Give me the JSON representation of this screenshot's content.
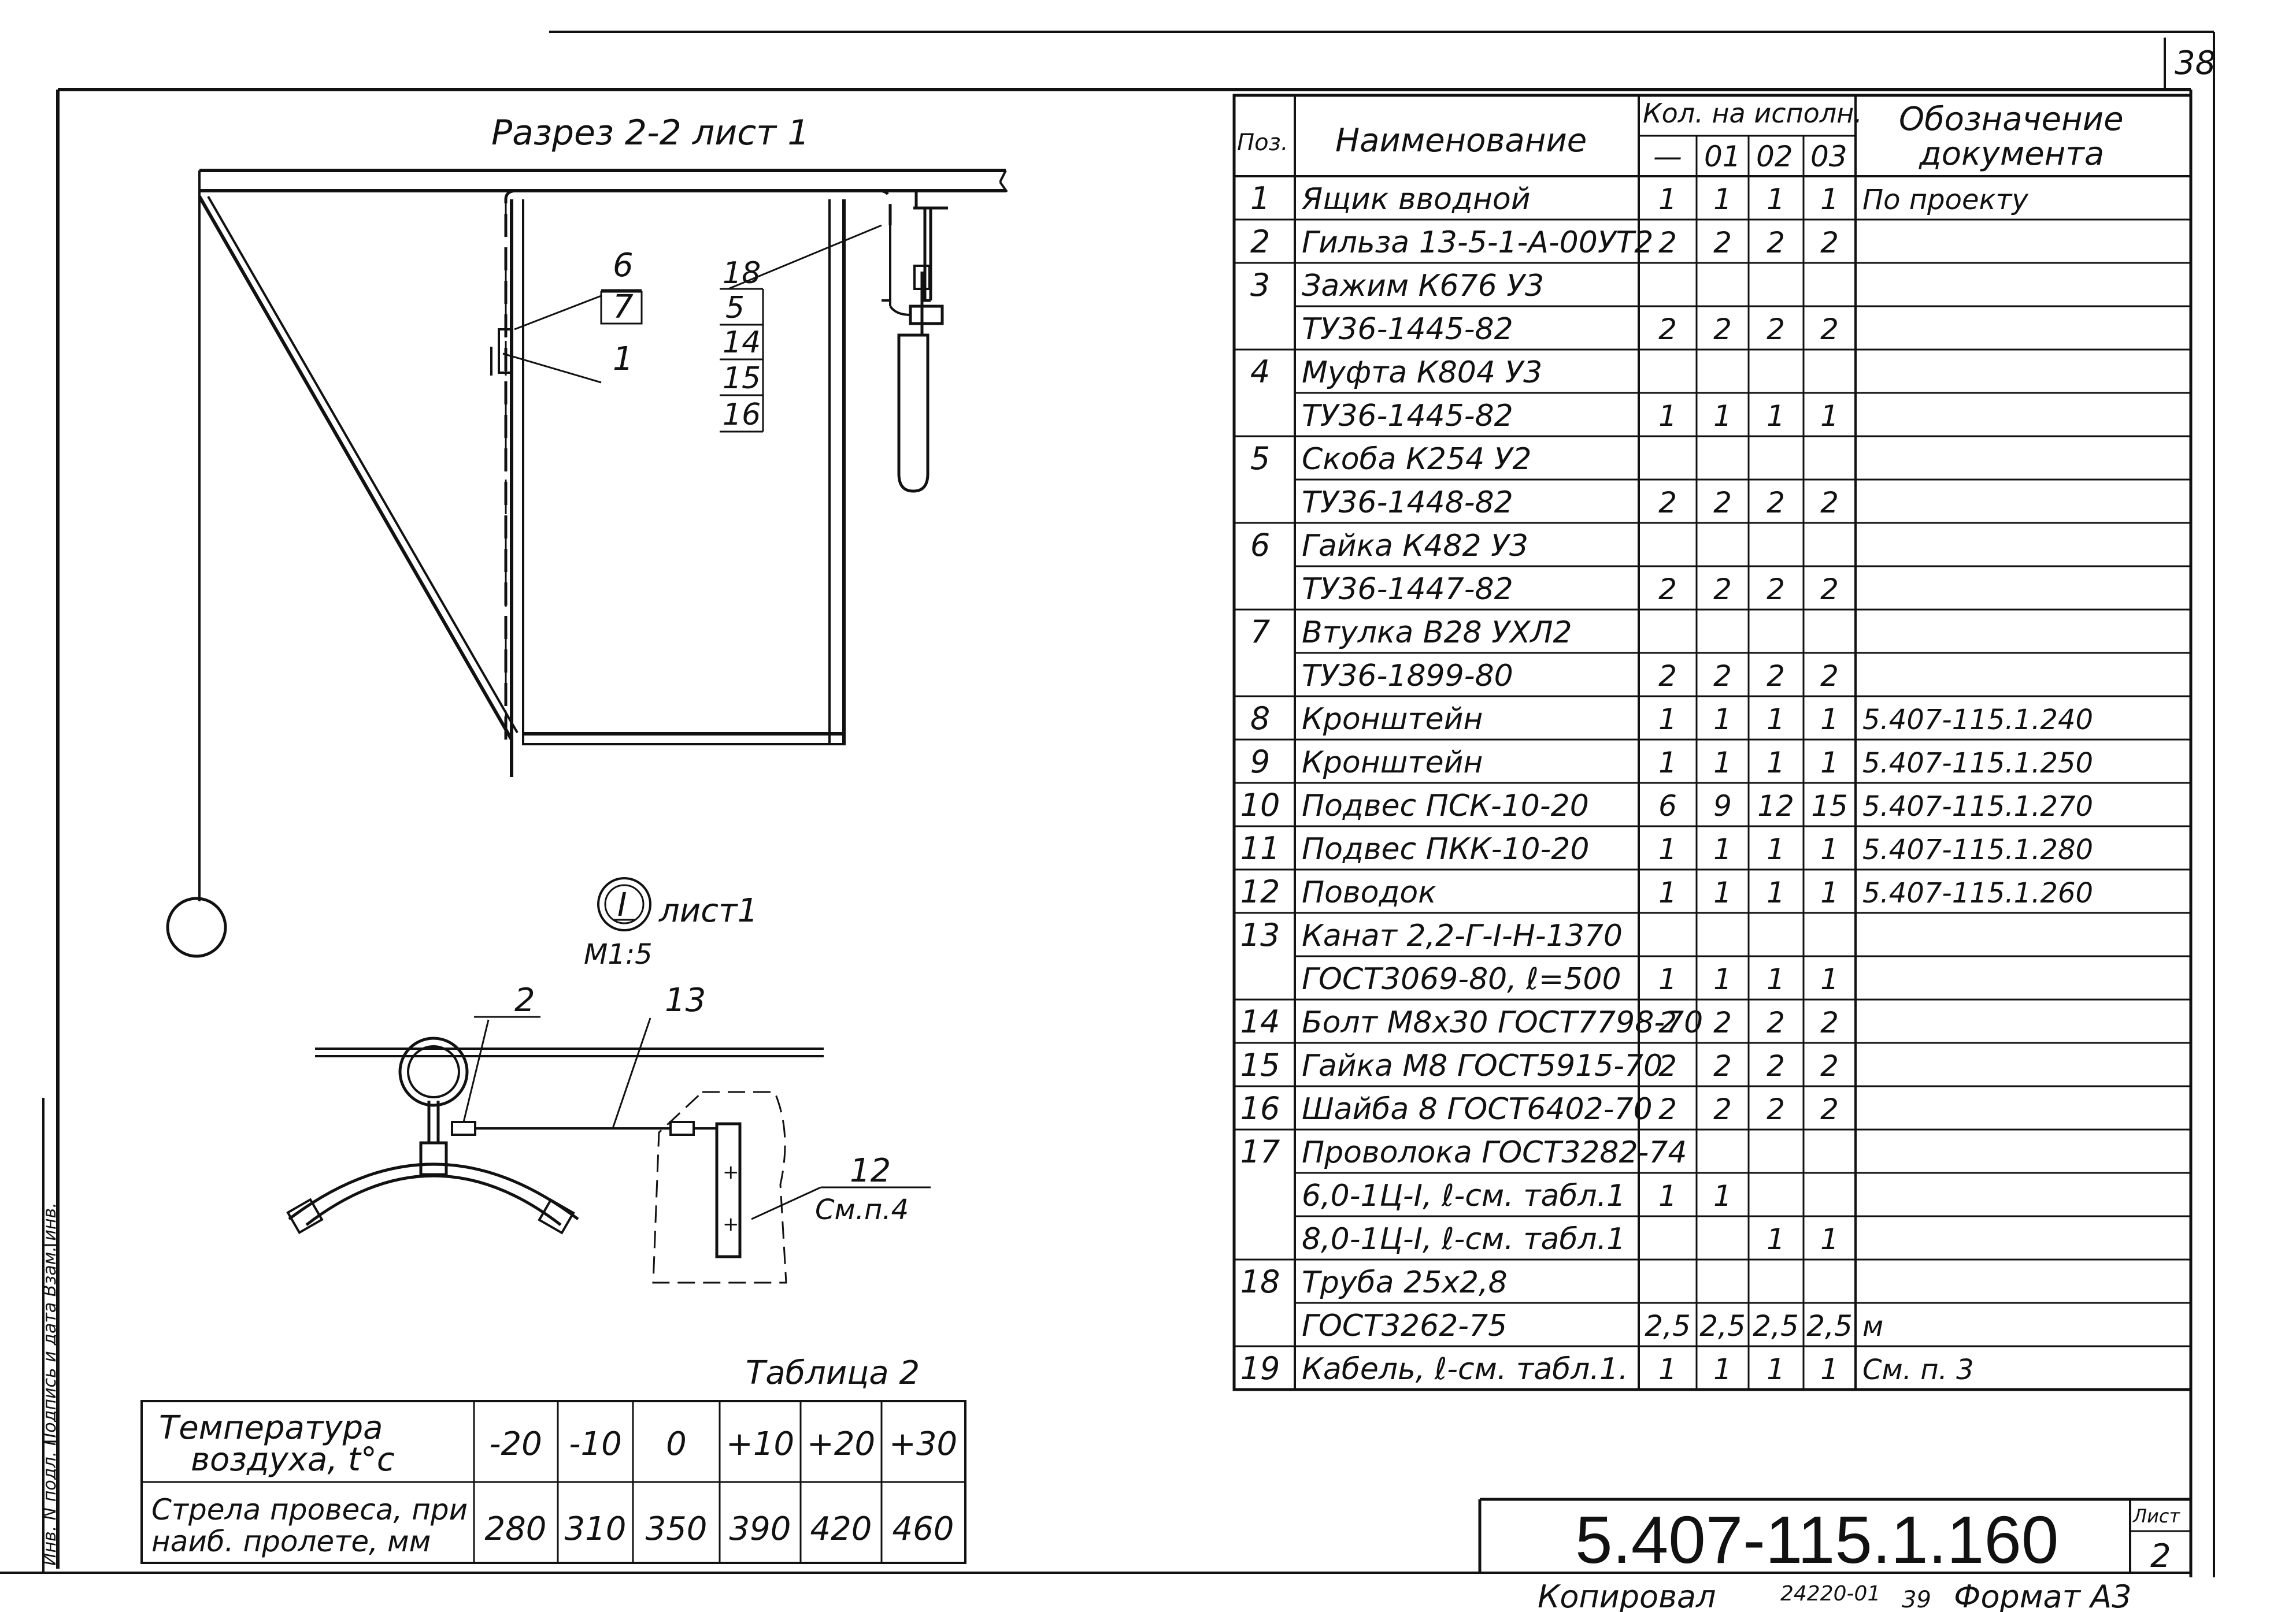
{
  "sheet_number": "38",
  "section_title": "Разрез 2-2 лист 1",
  "callout_labels": {
    "left_top": "6",
    "left_box": "7",
    "left_mid": "1",
    "stack": [
      "18",
      "5",
      "14",
      "15",
      "16"
    ],
    "detail_num": "2",
    "detail_rope": "13",
    "detail_right_num": "12",
    "detail_right_ref": "См.п.4"
  },
  "detail_node": {
    "symbol": "I",
    "sheet_ref": "лист1",
    "scale": "М1:5"
  },
  "sag_table": {
    "caption": "Таблица 2",
    "row1_label_line1": "Температура",
    "row1_label_line2": "воздуха, t°c",
    "row2_label_line1": "Стрела провеса, при",
    "row2_label_line2": "наиб. пролете, мм",
    "temperatures": [
      "-20",
      "-10",
      "0",
      "+10",
      "+20",
      "+30"
    ],
    "sags": [
      "280",
      "310",
      "350",
      "390",
      "420",
      "460"
    ]
  },
  "spec_table": {
    "headers": {
      "pos": "Поз.",
      "name": "Наименование",
      "qty": "Кол. на исполн.",
      "variants": [
        "—",
        "01",
        "02",
        "03"
      ],
      "doc_line1": "Обозначение",
      "doc_line2": "документа"
    },
    "rows": [
      {
        "pos": "1",
        "name": "Ящик вводной",
        "q": [
          "1",
          "1",
          "1",
          "1"
        ],
        "doc": "По проекту"
      },
      {
        "pos": "2",
        "name": "Гильза 13-5-1-А-00УТ2",
        "q": [
          "2",
          "2",
          "2",
          "2"
        ],
        "doc": ""
      },
      {
        "pos": "3",
        "name": "Зажим К676 У3",
        "q": [
          "",
          "",
          "",
          ""
        ],
        "doc": ""
      },
      {
        "pos": "",
        "name": "ТУ36-1445-82",
        "q": [
          "2",
          "2",
          "2",
          "2"
        ],
        "doc": ""
      },
      {
        "pos": "4",
        "name": "Муфта К804 У3",
        "q": [
          "",
          "",
          "",
          ""
        ],
        "doc": ""
      },
      {
        "pos": "",
        "name": "ТУ36-1445-82",
        "q": [
          "1",
          "1",
          "1",
          "1"
        ],
        "doc": ""
      },
      {
        "pos": "5",
        "name": "Скоба К254 У2",
        "q": [
          "",
          "",
          "",
          ""
        ],
        "doc": ""
      },
      {
        "pos": "",
        "name": "ТУ36-1448-82",
        "q": [
          "2",
          "2",
          "2",
          "2"
        ],
        "doc": ""
      },
      {
        "pos": "6",
        "name": "Гайка К482 У3",
        "q": [
          "",
          "",
          "",
          ""
        ],
        "doc": ""
      },
      {
        "pos": "",
        "name": "ТУ36-1447-82",
        "q": [
          "2",
          "2",
          "2",
          "2"
        ],
        "doc": ""
      },
      {
        "pos": "7",
        "name": "Втулка В28 УХЛ2",
        "q": [
          "",
          "",
          "",
          ""
        ],
        "doc": ""
      },
      {
        "pos": "",
        "name": "ТУ36-1899-80",
        "q": [
          "2",
          "2",
          "2",
          "2"
        ],
        "doc": ""
      },
      {
        "pos": "8",
        "name": "Кронштейн",
        "q": [
          "1",
          "1",
          "1",
          "1"
        ],
        "doc": "5.407-115.1.240"
      },
      {
        "pos": "9",
        "name": "Кронштейн",
        "q": [
          "1",
          "1",
          "1",
          "1"
        ],
        "doc": "5.407-115.1.250"
      },
      {
        "pos": "10",
        "name": "Подвес ПСК-10-20",
        "q": [
          "6",
          "9",
          "12",
          "15"
        ],
        "doc": "5.407-115.1.270"
      },
      {
        "pos": "11",
        "name": "Подвес ПКК-10-20",
        "q": [
          "1",
          "1",
          "1",
          "1"
        ],
        "doc": "5.407-115.1.280"
      },
      {
        "pos": "12",
        "name": "Поводок",
        "q": [
          "1",
          "1",
          "1",
          "1"
        ],
        "doc": "5.407-115.1.260"
      },
      {
        "pos": "13",
        "name": "Канат 2,2-Г-I-Н-1370",
        "q": [
          "",
          "",
          "",
          ""
        ],
        "doc": ""
      },
      {
        "pos": "",
        "name": "ГОСТ3069-80, ℓ=500",
        "q": [
          "1",
          "1",
          "1",
          "1"
        ],
        "doc": ""
      },
      {
        "pos": "14",
        "name": "Болт М8х30 ГОСТ7798-70",
        "q": [
          "2",
          "2",
          "2",
          "2"
        ],
        "doc": ""
      },
      {
        "pos": "15",
        "name": "Гайка М8 ГОСТ5915-70",
        "q": [
          "2",
          "2",
          "2",
          "2"
        ],
        "doc": ""
      },
      {
        "pos": "16",
        "name": "Шайба 8 ГОСТ6402-70",
        "q": [
          "2",
          "2",
          "2",
          "2"
        ],
        "doc": ""
      },
      {
        "pos": "17",
        "name": "Проволока ГОСТ3282-74",
        "q": [
          "",
          "",
          "",
          ""
        ],
        "doc": ""
      },
      {
        "pos": "",
        "name": "6,0-1Ц-I, ℓ-см. табл.1",
        "q": [
          "1",
          "1",
          "",
          ""
        ],
        "doc": ""
      },
      {
        "pos": "",
        "name": "8,0-1Ц-I, ℓ-см. табл.1",
        "q": [
          "",
          "",
          "1",
          "1"
        ],
        "doc": ""
      },
      {
        "pos": "18",
        "name": "Труба 25х2,8",
        "q": [
          "",
          "",
          "",
          ""
        ],
        "doc": ""
      },
      {
        "pos": "",
        "name": "ГОСТ3262-75",
        "q": [
          "2,5",
          "2,5",
          "2,5",
          "2,5"
        ],
        "doc": "м"
      },
      {
        "pos": "19",
        "name": "Кабель, ℓ-см. табл.1.",
        "q": [
          "1",
          "1",
          "1",
          "1"
        ],
        "doc": "См. п. 3"
      }
    ]
  },
  "title_block": {
    "designation": "5.407-115.1.160",
    "sheet_label": "Лист",
    "sheet": "2"
  },
  "side_stamp": "Инв. N подл. Подпись и дата Взам. инв.",
  "footer": {
    "copied": "Копировал",
    "order": "24220-01",
    "page_ref": "39",
    "format": "Формат А3"
  }
}
